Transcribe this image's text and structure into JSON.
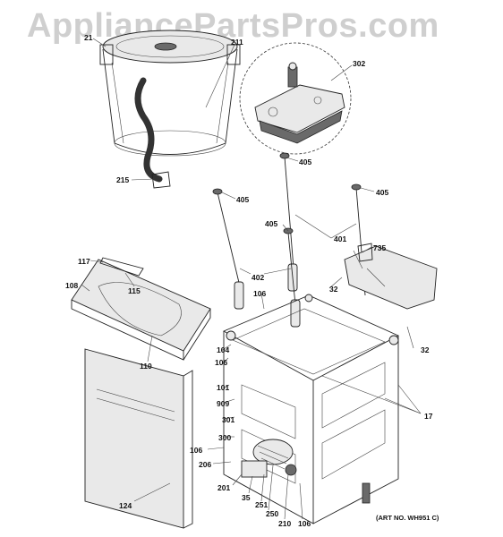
{
  "watermark": "AppliancePartsPros.com",
  "art_number": "(ART NO. WH951 C)",
  "labels": [
    "21",
    "211",
    "215",
    "302",
    "405",
    "405",
    "405",
    "405",
    "401",
    "735",
    "402",
    "32",
    "32",
    "117",
    "115",
    "108",
    "110",
    "106",
    "104",
    "106",
    "101",
    "909",
    "301",
    "300",
    "106",
    "206",
    "201",
    "35",
    "251",
    "250",
    "210",
    "106",
    "124",
    "17"
  ]
}
